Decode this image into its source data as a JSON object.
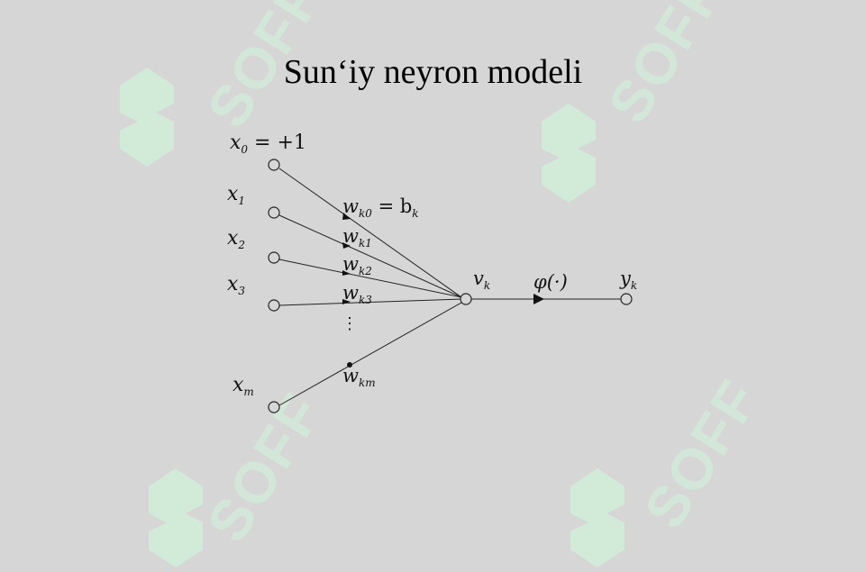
{
  "slide": {
    "title": "Sun‘iy neyron modeli"
  },
  "watermark": {
    "text": "SOFF",
    "color": "#d2ebd9"
  },
  "diagram": {
    "inputs": [
      {
        "var": "x",
        "sub": "0",
        "suffix": " = +1"
      },
      {
        "var": "x",
        "sub": "1",
        "suffix": ""
      },
      {
        "var": "x",
        "sub": "2",
        "suffix": ""
      },
      {
        "var": "x",
        "sub": "3",
        "suffix": ""
      },
      {
        "var": "x",
        "sub": "m",
        "suffix": ""
      }
    ],
    "weights": [
      {
        "var": "w",
        "sub": "k0",
        "suffix": " = b",
        "suffix_sub": "k"
      },
      {
        "var": "w",
        "sub": "k1",
        "suffix": "",
        "suffix_sub": ""
      },
      {
        "var": "w",
        "sub": "k2",
        "suffix": "",
        "suffix_sub": ""
      },
      {
        "var": "w",
        "sub": "k3",
        "suffix": "",
        "suffix_sub": ""
      },
      {
        "var": "w",
        "sub": "km",
        "suffix": "",
        "suffix_sub": ""
      }
    ],
    "ellipsis": "⋮",
    "sum_node": {
      "var": "v",
      "sub": "k"
    },
    "activation": "φ(·)",
    "output": {
      "var": "y",
      "sub": "k"
    }
  }
}
